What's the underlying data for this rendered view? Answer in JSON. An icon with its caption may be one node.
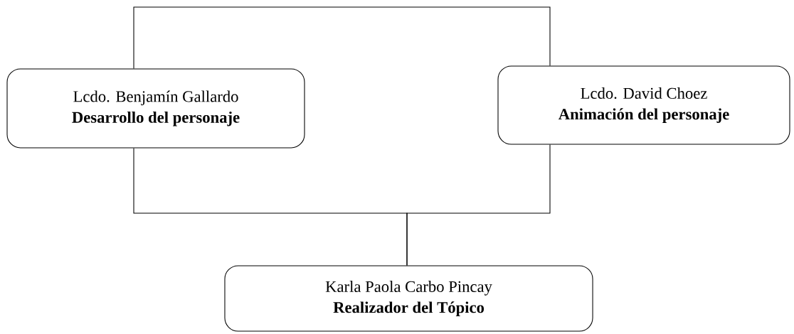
{
  "diagram": {
    "nodes": [
      {
        "text": [
          "Lcdo. Benjamín Gallardo",
          "Desarrollo del personaje"
        ]
      },
      {
        "text": [
          "Lcdo. David Choez",
          "Animación del personaje"
        ]
      },
      {
        "text": [
          "Karla Paola Carbo Pincay",
          "Realizador del  Tópico"
        ]
      }
    ],
    "edges": [
      {
        "from": 0,
        "to": 1,
        "arrow": "none"
      },
      {
        "from": 0,
        "to": 2,
        "arrow": "none"
      },
      {
        "from": 1,
        "to": 2,
        "arrow": "none"
      }
    ]
  }
}
